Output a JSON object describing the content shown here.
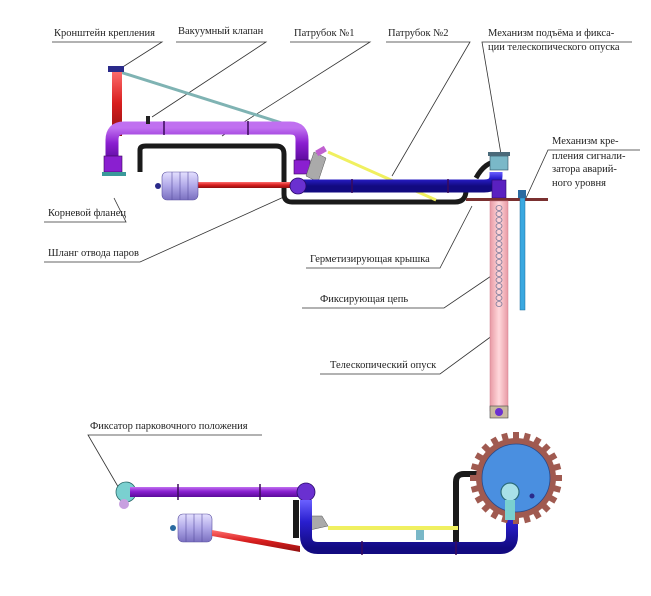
{
  "diagram": {
    "title": "Схема наливного устройства",
    "colors": {
      "pipe_purple": "#8a1fd0",
      "pipe_blue": "#2a1fcf",
      "hose_black": "#1a1a1a",
      "bracket_red": "#e02828",
      "yellow_rod": "#f0f060",
      "cable_teal": "#7fb3b3",
      "telescopic_pink": "#f2b0b8",
      "sensor_blue": "#3aa8e0",
      "hatch_blue": "#4a8fe0",
      "gear_brown": "#a05a50",
      "counterweight": "#b8b0e8"
    },
    "labels": {
      "bracket": "Кронштейн крепления",
      "vacuum_valve": "Вакуумный клапан",
      "pipe1": "Патрубок №1",
      "pipe2": "Патрубок №2",
      "lift_mechanism_line1": "Механизм подъёма и фикса-",
      "lift_mechanism_line2": "ции телескопического опуска",
      "sensor_mount_line1": "Механизм кре-",
      "sensor_mount_line2": "пления сигнали-",
      "sensor_mount_line3": "затора аварий-",
      "sensor_mount_line4": "ного уровня",
      "root_flange": "Корневой фланец",
      "vapor_hose": "Шланг отвода паров",
      "sealing_cover": "Герметизирующая крышка",
      "fixing_chain": "Фиксирующая цепь",
      "telescopic_drop": "Телескопический опуск",
      "parking_lock": "Фиксатор парковочного положения"
    }
  }
}
